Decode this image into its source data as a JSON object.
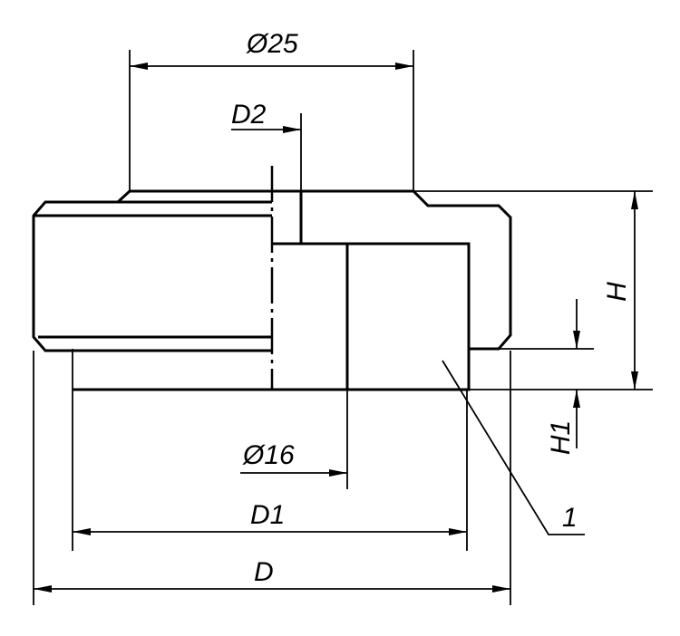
{
  "labels": {
    "d25": "Ø25",
    "d2": "D2",
    "h": "H",
    "h1": "H1",
    "d16": "Ø16",
    "d1": "D1",
    "d": "D",
    "item": "1"
  }
}
